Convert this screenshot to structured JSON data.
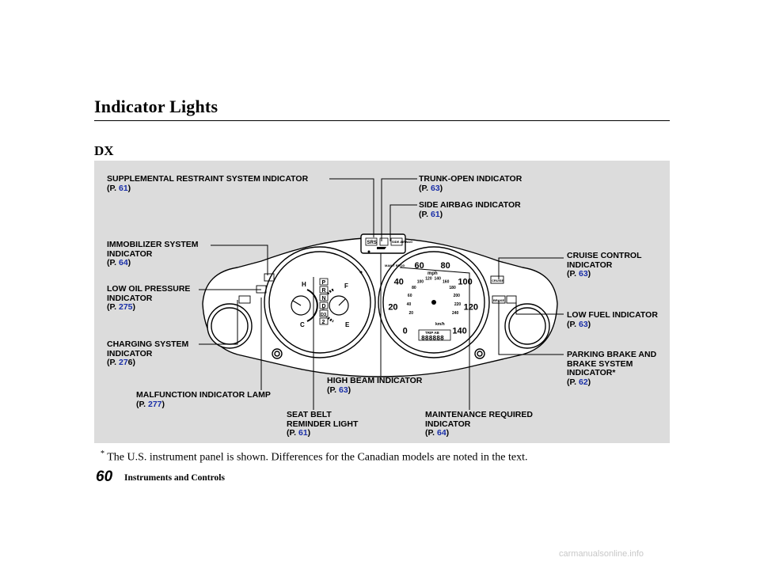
{
  "page": {
    "title": "Indicator Lights",
    "variant": "DX",
    "footnote_mark": "*",
    "footnote": "The U.S. instrument panel is shown. Differences for the Canadian models are noted in the text.",
    "page_number": "60",
    "section": "Instruments and Controls",
    "watermark": "carmanualsonline.info"
  },
  "callouts": [
    {
      "id": "srs",
      "lines": [
        "SUPPLEMENTAL RESTRAINT SYSTEM INDICATOR"
      ],
      "page_prefix": "(P. ",
      "page": "61",
      "page_suffix": ")"
    },
    {
      "id": "trunk",
      "lines": [
        "TRUNK-OPEN INDICATOR"
      ],
      "page_prefix": "(P. ",
      "page": "63",
      "page_suffix": ")"
    },
    {
      "id": "side_airbag",
      "lines": [
        "SIDE AIRBAG INDICATOR"
      ],
      "page_prefix": "(P. ",
      "page": "61",
      "page_suffix": ")"
    },
    {
      "id": "immobilizer",
      "lines": [
        "IMMOBILIZER SYSTEM",
        "INDICATOR"
      ],
      "page_prefix": "(P. ",
      "page": "64",
      "page_suffix": ")"
    },
    {
      "id": "cruise",
      "lines": [
        "CRUISE CONTROL",
        "INDICATOR"
      ],
      "page_prefix": "(P. ",
      "page": "63",
      "page_suffix": ")"
    },
    {
      "id": "oil",
      "lines": [
        "LOW OIL PRESSURE",
        "INDICATOR"
      ],
      "page_prefix": "(P. ",
      "page": "275",
      "page_suffix": ")"
    },
    {
      "id": "fuel",
      "lines": [
        "LOW FUEL INDICATOR"
      ],
      "page_prefix": "(P. ",
      "page": "63",
      "page_suffix": ")"
    },
    {
      "id": "charging",
      "lines": [
        "CHARGING SYSTEM",
        "INDICATOR"
      ],
      "page_prefix": "(P. ",
      "page": "27",
      "page_suffix": "6)"
    },
    {
      "id": "parking",
      "lines": [
        "PARKING BRAKE AND",
        "BRAKE SYSTEM",
        "INDICATOR*"
      ],
      "page_prefix": "(P. ",
      "page": "62",
      "page_suffix": ")"
    },
    {
      "id": "high_beam",
      "lines": [
        "HIGH BEAM INDICATOR"
      ],
      "page_prefix": "(P. ",
      "page": "63",
      "page_suffix": ")"
    },
    {
      "id": "mil",
      "lines": [
        "MALFUNCTION INDICATOR LAMP"
      ],
      "page_prefix": "(P. ",
      "page": "277",
      "page_suffix": ")"
    },
    {
      "id": "seatbelt",
      "lines": [
        "SEAT BELT",
        "REMINDER LIGHT"
      ],
      "page_prefix": "(P. ",
      "page": "61",
      "page_suffix": ")"
    },
    {
      "id": "maint",
      "lines": [
        "MAINTENANCE REQUIRED",
        "INDICATOR"
      ],
      "page_prefix": "(P. ",
      "page": "64",
      "page_suffix": ")"
    }
  ],
  "cluster": {
    "temp_gauge": {
      "hot": "H",
      "cold": "C"
    },
    "fuel_gauge": {
      "full": "F",
      "empty": "E"
    },
    "gear_positions": [
      "P",
      "R",
      "N",
      "D",
      "D3",
      "2"
    ],
    "speedo_mph_ticks": [
      "0",
      "20",
      "40",
      "60",
      "80",
      "100",
      "120",
      "140"
    ],
    "speedo_kmh_ticks": [
      "20",
      "40",
      "60",
      "80",
      "100",
      "120",
      "140",
      "160",
      "180",
      "200",
      "220",
      "240"
    ],
    "mph_unit": "mph",
    "kmh_unit": "km/h",
    "trip_label": "TRIP AB",
    "odometer": "888888",
    "srs_label": "SRS",
    "side_airbag_label": "SIDE AIRBAG",
    "maint_label": "MAINT REQD",
    "cruise_label": "CRUISE",
    "brake_label": "BRAKE"
  }
}
